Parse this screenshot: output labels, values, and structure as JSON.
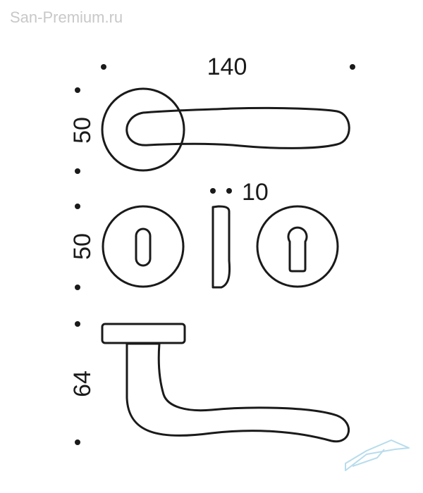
{
  "watermark": "San-Premium.ru",
  "dimensions": {
    "width": "140",
    "lever_height": "50",
    "rose_height": "50",
    "thickness": "10",
    "projection": "64"
  },
  "colors": {
    "line": "#1a1a1a",
    "watermark": "#c8c8c8",
    "logo": "#b8dcec"
  }
}
